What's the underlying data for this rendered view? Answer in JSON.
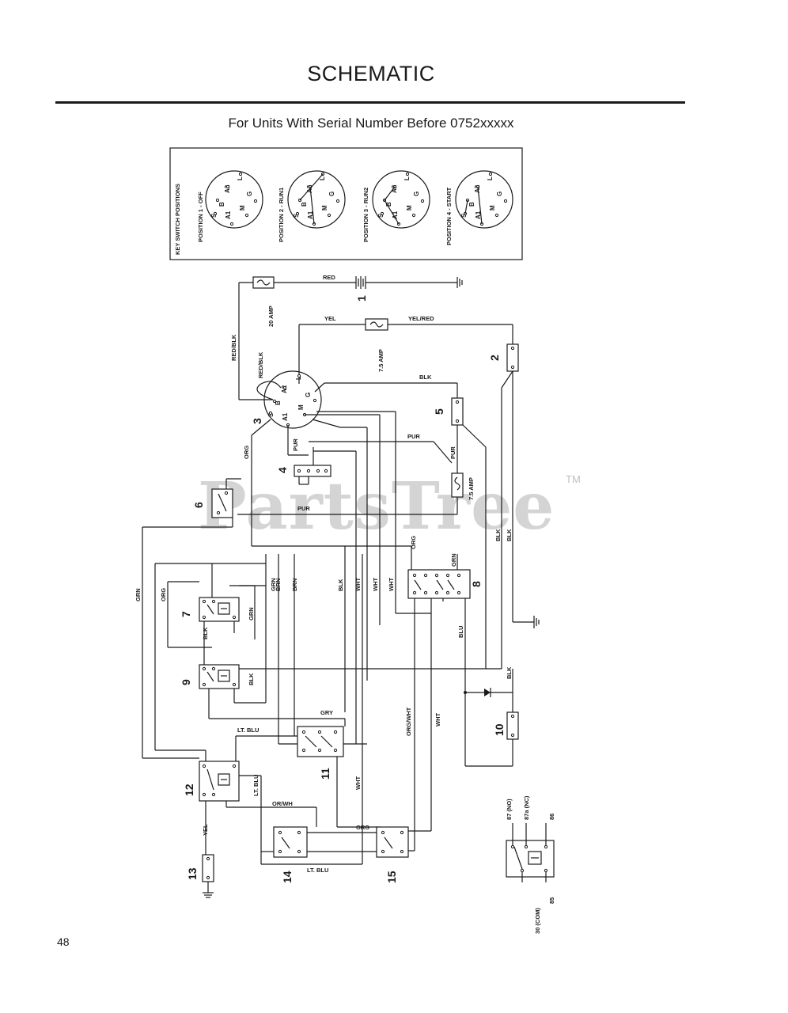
{
  "page": {
    "title": "SCHEMATIC",
    "subtitle": "For Units With Serial Number Before 0752xxxxx",
    "page_number": "48",
    "watermark": "PartsTree",
    "watermark_tm": "TM"
  },
  "key_switch_panel": {
    "heading": "KEY SWITCH POSITIONS",
    "positions": [
      "POSITION 1 - OFF",
      "POSITION 2 - RUN1",
      "POSITION 3 - RUN2",
      "POSITION 4 - START"
    ],
    "terminals": [
      "B",
      "A2",
      "L",
      "S",
      "A1",
      "M",
      "G"
    ]
  },
  "components": {
    "c1": "1",
    "c2": "2",
    "c3": "3",
    "c4": "4",
    "c5": "5",
    "c6": "6",
    "c7": "7",
    "c8": "8",
    "c9": "9",
    "c10": "10",
    "c11": "11",
    "c12": "12",
    "c13": "13",
    "c14": "14",
    "c15": "15"
  },
  "fuses": {
    "f20": "20 AMP",
    "f75a": "7.5 AMP",
    "f75b": "7.5 AMP"
  },
  "wire_labels": {
    "red": "RED",
    "yel": "YEL",
    "yel_red": "YEL/RED",
    "red_blk": "RED/BLK",
    "red_blk2": "RED/BLK",
    "blk_top": "BLK",
    "pur_a": "PUR",
    "pur_b": "PUR",
    "pur_c": "PUR",
    "pur_d": "PUR",
    "org_a": "ORG",
    "org_b": "ORG",
    "org_c": "ORG",
    "grn_a": "GRN",
    "grn_b": "GRN",
    "grn_c": "GRN",
    "grn_d": "GRN",
    "brn_a": "BRN",
    "brn_b": "BRN",
    "blk_a": "BLK",
    "blk_b": "BLK",
    "blk_c": "BLK",
    "blk_d": "BLK",
    "blk_e": "BLK",
    "blk_f": "BLK",
    "wht_a": "WHT",
    "wht_b": "WHT",
    "wht_c": "WHT",
    "wht_d": "WHT",
    "wht_e": "WHT",
    "blu": "BLU",
    "gry": "GRY",
    "lt_blu_a": "LT. BLU",
    "lt_blu_b": "LT. BLU",
    "lt_blu_c": "LT. BLU",
    "org_wht": "ORG/WHT",
    "or_wh": "OR/WH",
    "yel_b": "YEL"
  },
  "relay_legend": {
    "p87": "87 (NO)",
    "p87a": "87a (NC)",
    "p86": "86",
    "p30": "30 (COM)",
    "p85": "85"
  }
}
